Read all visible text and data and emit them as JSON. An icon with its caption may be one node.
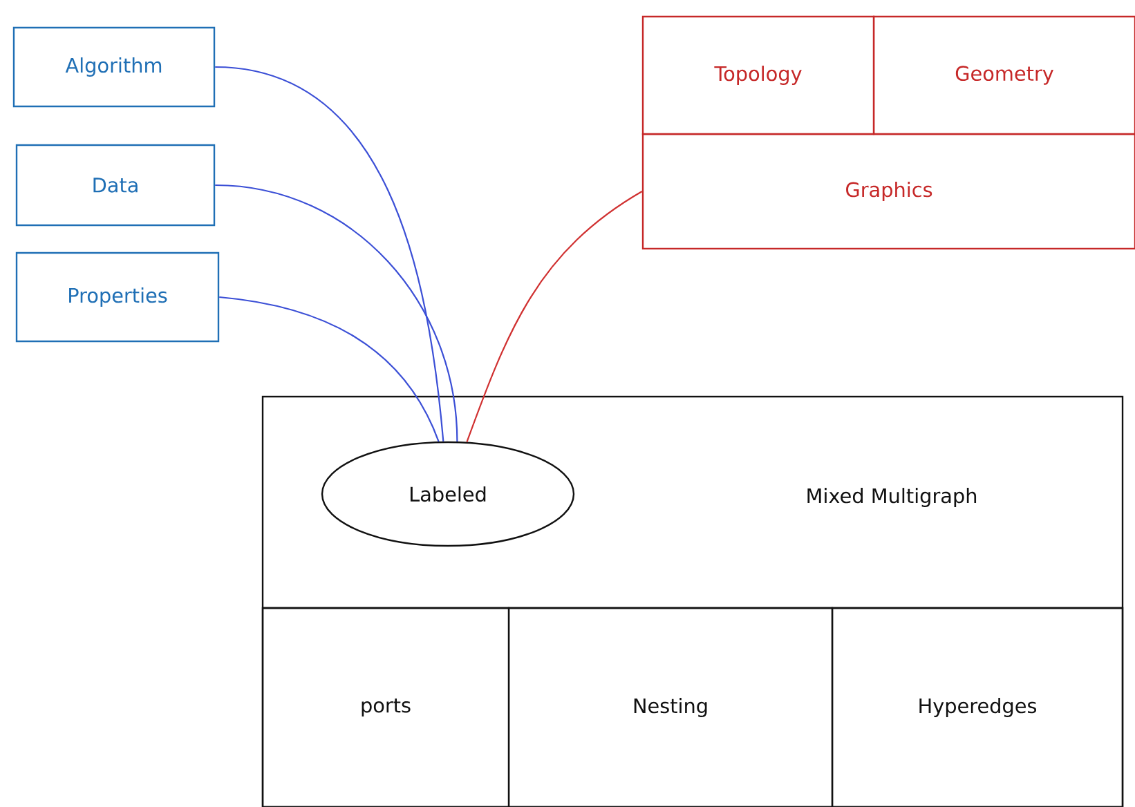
{
  "diagram": {
    "nodes": [
      {
        "text": [
          "Algorithm"
        ]
      },
      {
        "text": [
          "Data"
        ]
      },
      {
        "text": [
          "Properties"
        ]
      },
      {
        "text": [
          "Topology"
        ]
      },
      {
        "text": [
          "Geometry"
        ]
      },
      {
        "text": [
          "Graphics"
        ]
      },
      {
        "text": [
          "Mixed Multigraph"
        ]
      },
      {
        "text": [
          "Labeled"
        ],
        "in": 6
      },
      {
        "text": [
          "ports"
        ],
        "in": 6
      },
      {
        "text": [
          "Nesting"
        ],
        "in": 6
      },
      {
        "text": [
          "Hyperedges"
        ],
        "in": 6
      }
    ],
    "edges": [
      {
        "from": 0,
        "to": 7,
        "arrow": "none"
      },
      {
        "from": 1,
        "to": 7,
        "arrow": "none"
      },
      {
        "from": 2,
        "to": 7,
        "arrow": "none"
      },
      {
        "from": 5,
        "to": 7,
        "arrow": "none",
        "color": "#d03030"
      }
    ]
  }
}
